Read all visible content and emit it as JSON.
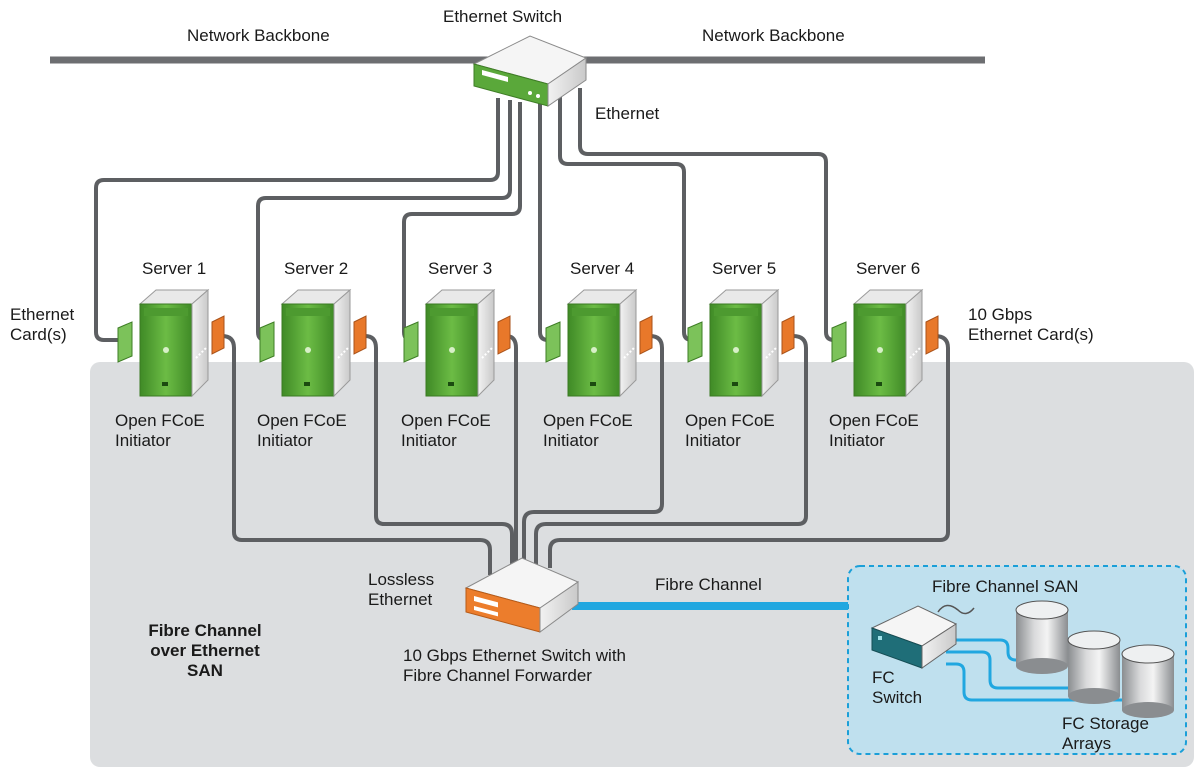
{
  "backbone": {
    "left_label": "Network Backbone",
    "right_label": "Network Backbone"
  },
  "top_switch": {
    "label": "Ethernet Switch",
    "link_label": "Ethernet"
  },
  "servers": [
    {
      "name": "Server 1",
      "initiator_line1": "Open FCoE",
      "initiator_line2": "Initiator"
    },
    {
      "name": "Server 2",
      "initiator_line1": "Open FCoE",
      "initiator_line2": "Initiator"
    },
    {
      "name": "Server 3",
      "initiator_line1": "Open FCoE",
      "initiator_line2": "Initiator"
    },
    {
      "name": "Server 4",
      "initiator_line1": "Open FCoE",
      "initiator_line2": "Initiator"
    },
    {
      "name": "Server 5",
      "initiator_line1": "Open FCoE",
      "initiator_line2": "Initiator"
    },
    {
      "name": "Server 6",
      "initiator_line1": "Open FCoE",
      "initiator_line2": "Initiator"
    }
  ],
  "ethernet_card": {
    "line1": "Ethernet",
    "line2": "Card(s)"
  },
  "gbps_card": {
    "line1": "10 Gbps",
    "line2": "Ethernet Card(s)"
  },
  "fcoe_san": {
    "line1": "Fibre Channel",
    "line2": "over Ethernet",
    "line3": "SAN"
  },
  "fcf_switch": {
    "lossless_line1": "Lossless",
    "lossless_line2": "Ethernet",
    "caption_line1": "10 Gbps Ethernet Switch with",
    "caption_line2": "Fibre Channel Forwarder"
  },
  "fc_link_label": "Fibre Channel",
  "fc_san": {
    "title": "Fibre Channel SAN",
    "switch_line1": "FC",
    "switch_line2": "Switch",
    "storage_line1": "FC Storage",
    "storage_line2": "Arrays"
  },
  "colors": {
    "san_region": "#dcdee0",
    "fc_region": "#bfe0ee",
    "fc_border": "#1b9fd8",
    "cable": "#5d5f62",
    "fc_cable": "#21a7e0",
    "server_green": "#5aa83a",
    "card_orange": "#e8782a",
    "switch_orange": "#ec7d2c"
  }
}
